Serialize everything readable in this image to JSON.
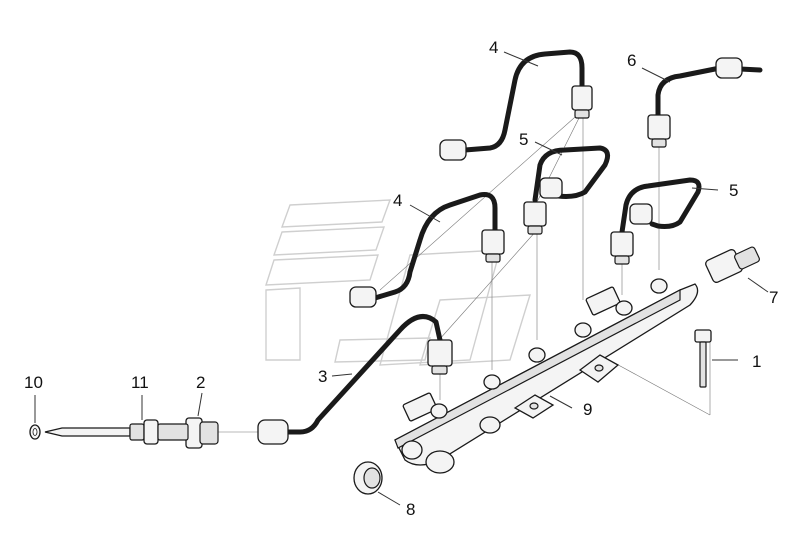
{
  "callouts": [
    {
      "id": "c1",
      "label": "1"
    },
    {
      "id": "c2",
      "label": "2"
    },
    {
      "id": "c3",
      "label": "3"
    },
    {
      "id": "c4a",
      "label": "4"
    },
    {
      "id": "c4b",
      "label": "4"
    },
    {
      "id": "c5a",
      "label": "5"
    },
    {
      "id": "c5b",
      "label": "5"
    },
    {
      "id": "c6",
      "label": "6"
    },
    {
      "id": "c7",
      "label": "7"
    },
    {
      "id": "c8",
      "label": "8"
    },
    {
      "id": "c9",
      "label": "9"
    },
    {
      "id": "c10",
      "label": "10"
    },
    {
      "id": "c11",
      "label": "11"
    }
  ],
  "colors": {
    "line": "#1a1a1a",
    "fill": "#f4f4f4",
    "watermark": "#cfcfcf",
    "background": "#ffffff"
  }
}
